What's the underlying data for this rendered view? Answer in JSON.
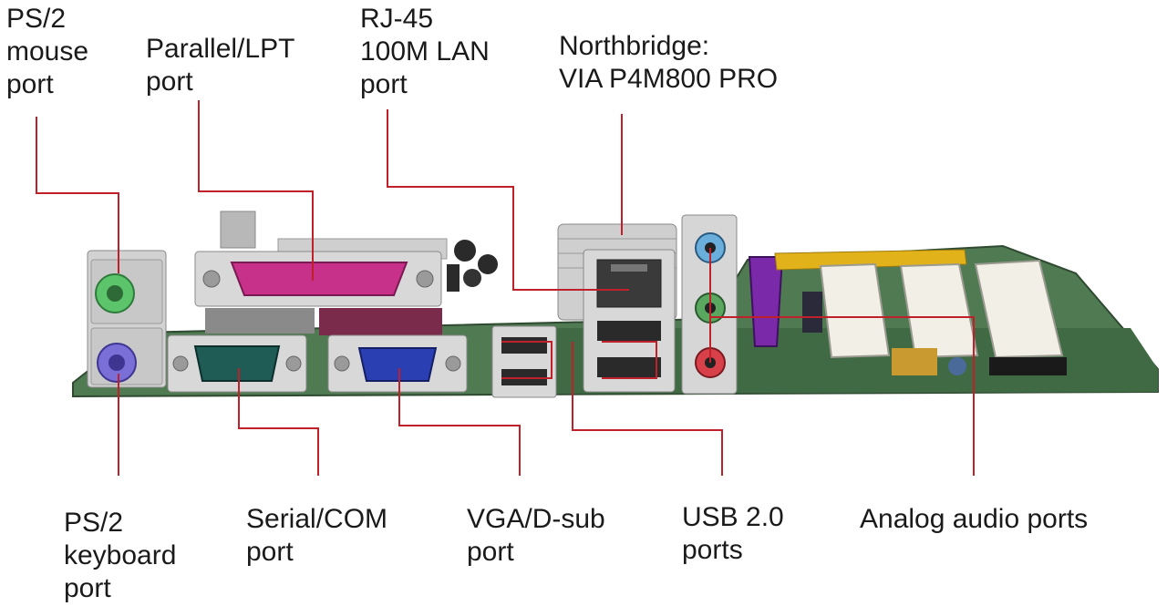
{
  "colors": {
    "leader_line": "#c0202a",
    "pcb": "#4f7a52",
    "pcb_dark": "#3a5e3d",
    "metal": "#d4d4d4",
    "mouse_port": "#5cc46a",
    "keyboard_port": "#7a6fd6",
    "parallel_port": "#c8318a",
    "serial_port": "#1f5c56",
    "vga_port": "#2a3fb2",
    "audio_blue": "#6aaedc",
    "audio_green": "#5aa860",
    "audio_pink": "#d8404a",
    "agp_slot": "#7a2aa8",
    "pci_slot_yellow": "#e2b21a",
    "pci_slot_white": "#f2efe6"
  },
  "labels": {
    "ps2_mouse": "PS/2\nmouse\nport",
    "parallel": "Parallel/LPT\nport",
    "rj45": "RJ-45\n100M LAN\nport",
    "northbridge": "Northbridge:\nVIA P4M800 PRO",
    "ps2_keyboard": "PS/2\nkeyboard\nport",
    "serial": "Serial/COM\nport",
    "vga": "VGA/D-sub\nport",
    "usb": "USB 2.0\nports",
    "audio": "Analog audio ports"
  }
}
